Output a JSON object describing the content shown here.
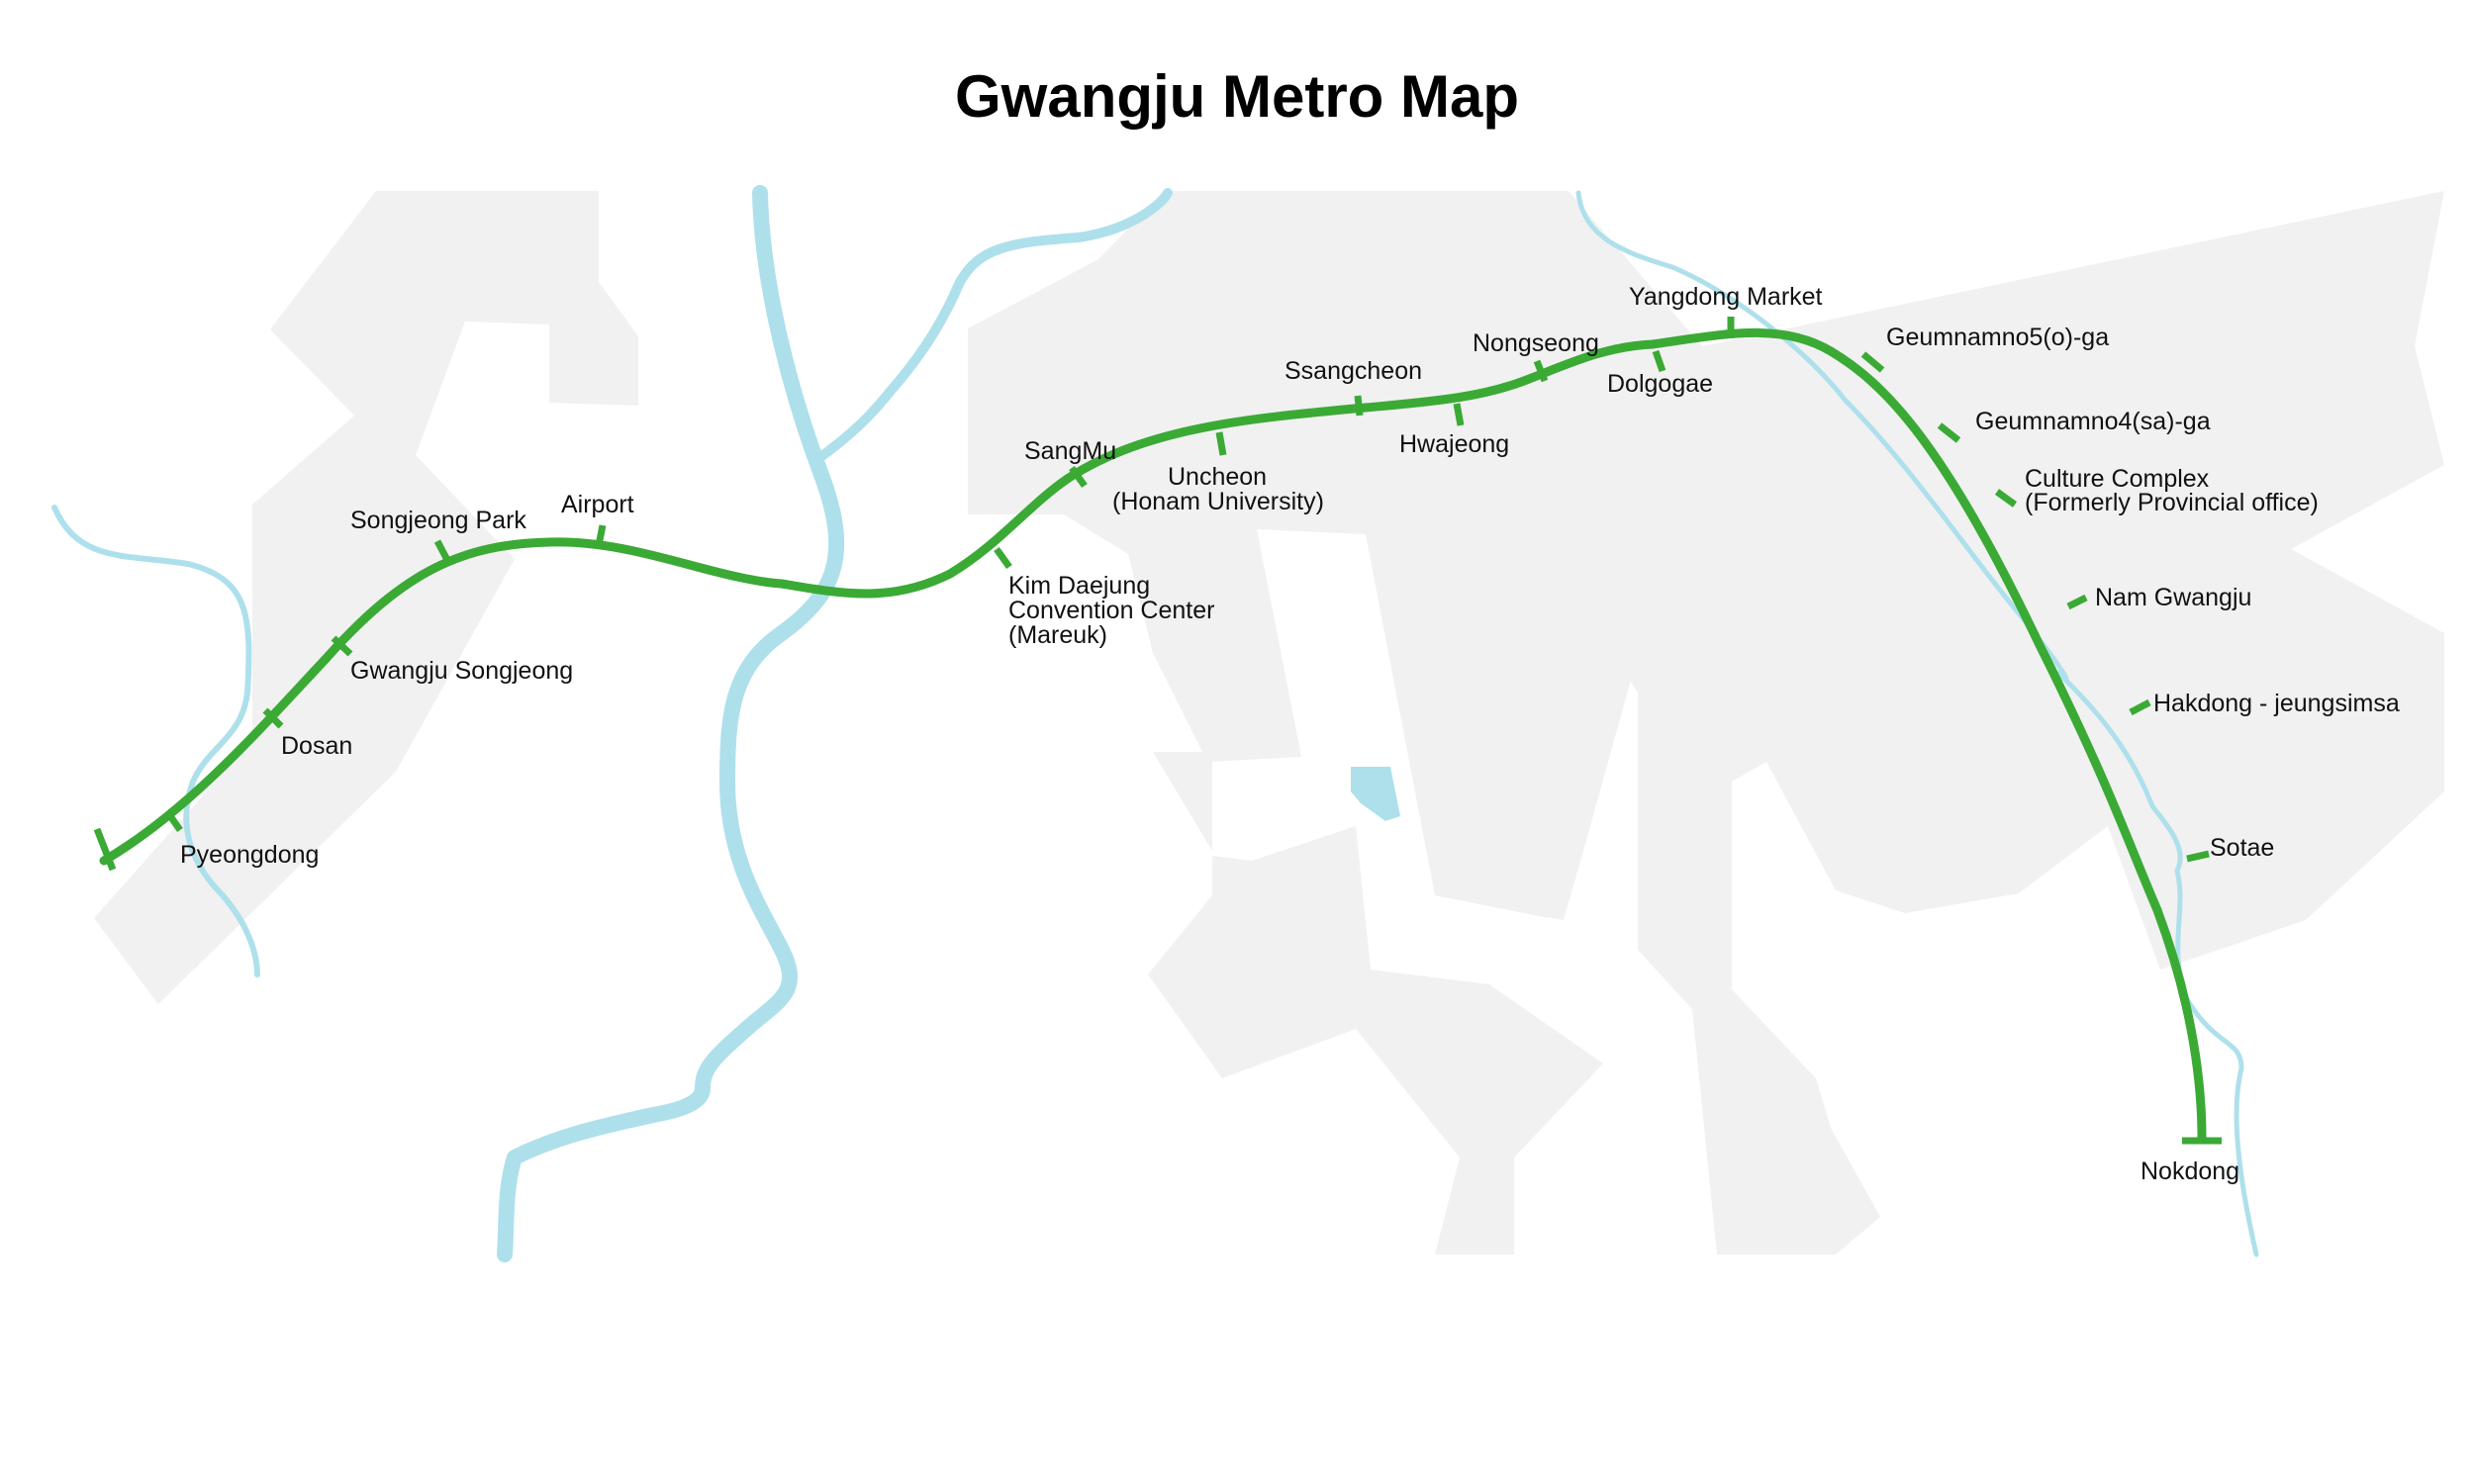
{
  "title": "Gwangju Metro Map",
  "colors": {
    "line": "#3aaa35",
    "water": "#aee0ec",
    "land": "#f1f1f1"
  },
  "line": {
    "terminals": [
      "Pyeongdong",
      "Nokdong"
    ]
  },
  "stations": [
    {
      "id": "pyeongdong",
      "lines": [
        "Pyeongdong"
      ]
    },
    {
      "id": "dosan",
      "lines": [
        "Dosan"
      ]
    },
    {
      "id": "gwangju-songjeong",
      "lines": [
        "Gwangju Songjeong"
      ]
    },
    {
      "id": "songjeong-park",
      "lines": [
        "Songjeong Park"
      ]
    },
    {
      "id": "airport",
      "lines": [
        "Airport"
      ]
    },
    {
      "id": "kim-daejung",
      "lines": [
        "Kim Daejung",
        "Convention Center",
        "(Mareuk)"
      ]
    },
    {
      "id": "sangmu",
      "lines": [
        "SangMu"
      ]
    },
    {
      "id": "uncheon",
      "lines": [
        "Uncheon",
        "(Honam University)"
      ]
    },
    {
      "id": "ssangcheon",
      "lines": [
        "Ssangcheon"
      ]
    },
    {
      "id": "hwajeong",
      "lines": [
        "Hwajeong"
      ]
    },
    {
      "id": "nongseong",
      "lines": [
        "Nongseong"
      ]
    },
    {
      "id": "dolgogae",
      "lines": [
        "Dolgogae"
      ]
    },
    {
      "id": "yangdong-market",
      "lines": [
        "Yangdong Market"
      ]
    },
    {
      "id": "geumnamno5",
      "lines": [
        "Geumnamno5(o)-ga"
      ]
    },
    {
      "id": "geumnamno4",
      "lines": [
        "Geumnamno4(sa)-ga"
      ]
    },
    {
      "id": "culture-complex",
      "lines": [
        "Culture Complex",
        "(Formerly Provincial office)"
      ]
    },
    {
      "id": "nam-gwangju",
      "lines": [
        "Nam Gwangju"
      ]
    },
    {
      "id": "hakdong",
      "lines": [
        "Hakdong - jeungsimsa"
      ]
    },
    {
      "id": "sotae",
      "lines": [
        "Sotae"
      ]
    },
    {
      "id": "nokdong",
      "lines": [
        "Nokdong"
      ]
    }
  ]
}
